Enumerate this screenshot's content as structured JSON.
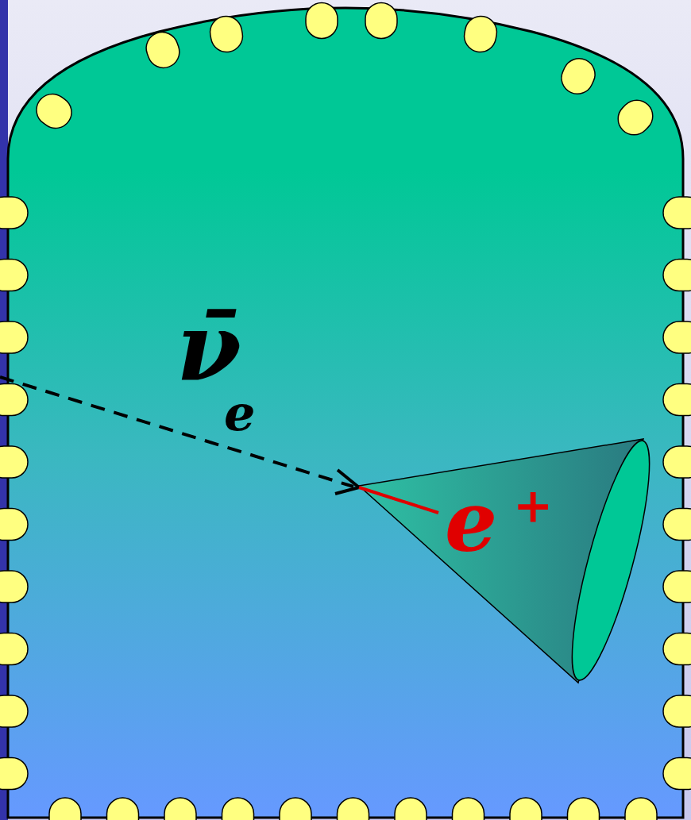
{
  "diagram": {
    "labels": [
      "ν̄",
      "e",
      "e",
      "+"
    ]
  }
}
